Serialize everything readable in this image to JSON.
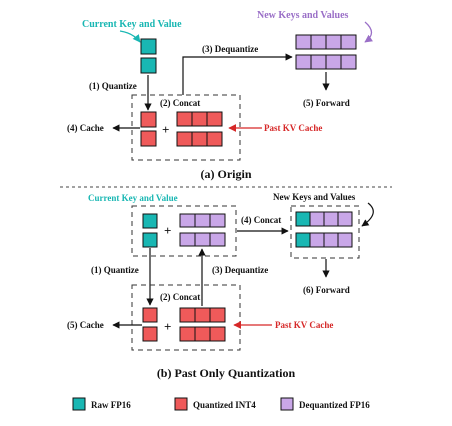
{
  "colors": {
    "teal": "#19b7b3",
    "red": "#ef5a5a",
    "purple": "#c9a7e8",
    "teal_text": "#19b7b3",
    "purple_text": "#9a6fc7",
    "red_text": "#d62828",
    "black": "#111111"
  },
  "top": {
    "current_label": "Current Key and Value",
    "new_label": "New Keys and Values",
    "dequantize_label": "(3) Dequantize",
    "quantize_label": "(1) Quantize",
    "concat_label": "(2) Concat",
    "cache_label": "(4) Cache",
    "forward_label": "(5) Forward",
    "past_cache_label": "Past KV Cache",
    "plus": "+",
    "caption": "(a) Origin"
  },
  "bottom": {
    "current_label": "Current Key and Value",
    "new_label": "New Keys and Values",
    "concat4_label": "(4) Concat",
    "quantize_label": "(1) Quantize",
    "dequantize_label": "(3) Dequantize",
    "forward_label": "(6) Forward",
    "concat2_label": "(2) Concat",
    "cache_label": "(5) Cache",
    "past_cache_label": "Past KV Cache",
    "plus_top": "+",
    "plus_bottom": "+",
    "caption": "(b) Past Only Quantization"
  },
  "legend": {
    "raw": "Raw FP16",
    "int4": "Quantized INT4",
    "deq": "Dequantized FP16"
  }
}
